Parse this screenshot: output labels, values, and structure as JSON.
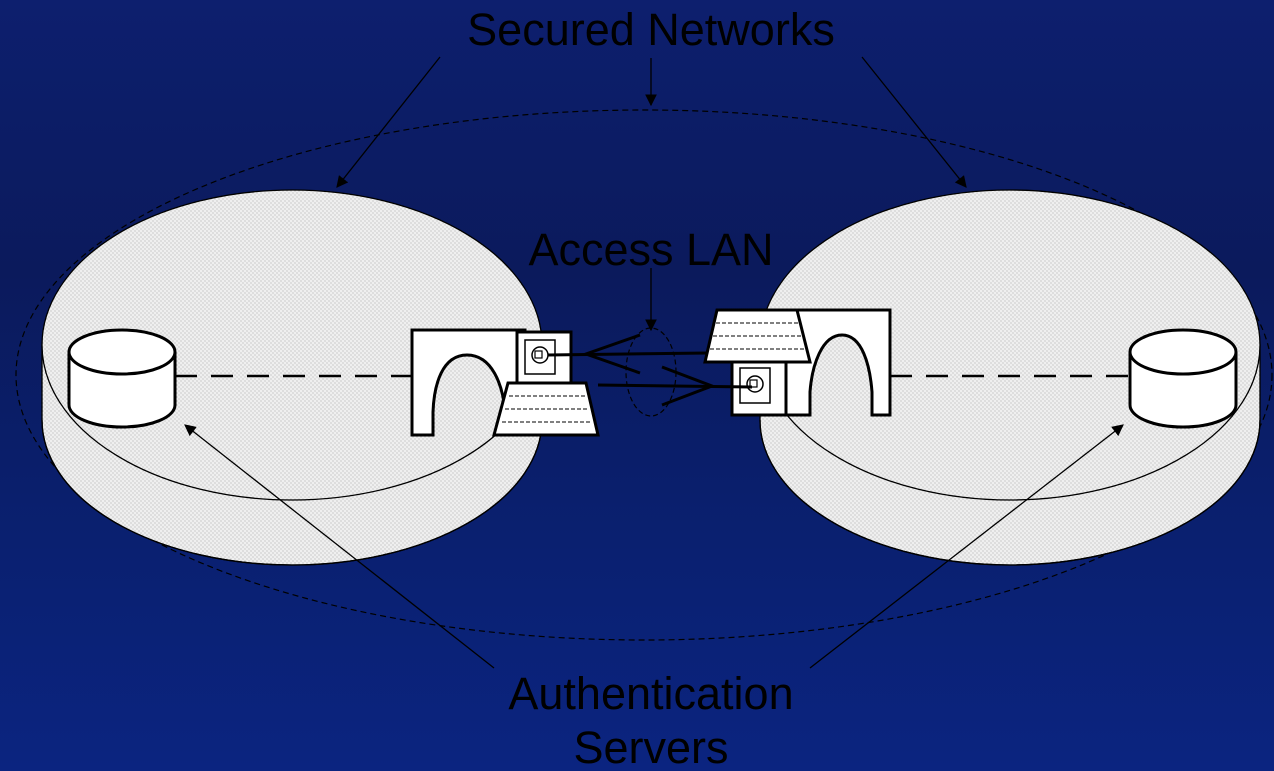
{
  "labels": {
    "secured_networks": "Secured Networks",
    "access_lan": "Access LAN",
    "auth_line1": "Authentication",
    "auth_line2": "Servers"
  },
  "colors": {
    "background": "#0b1f6e",
    "disk_fill": "#ececec",
    "stroke": "#000000"
  }
}
